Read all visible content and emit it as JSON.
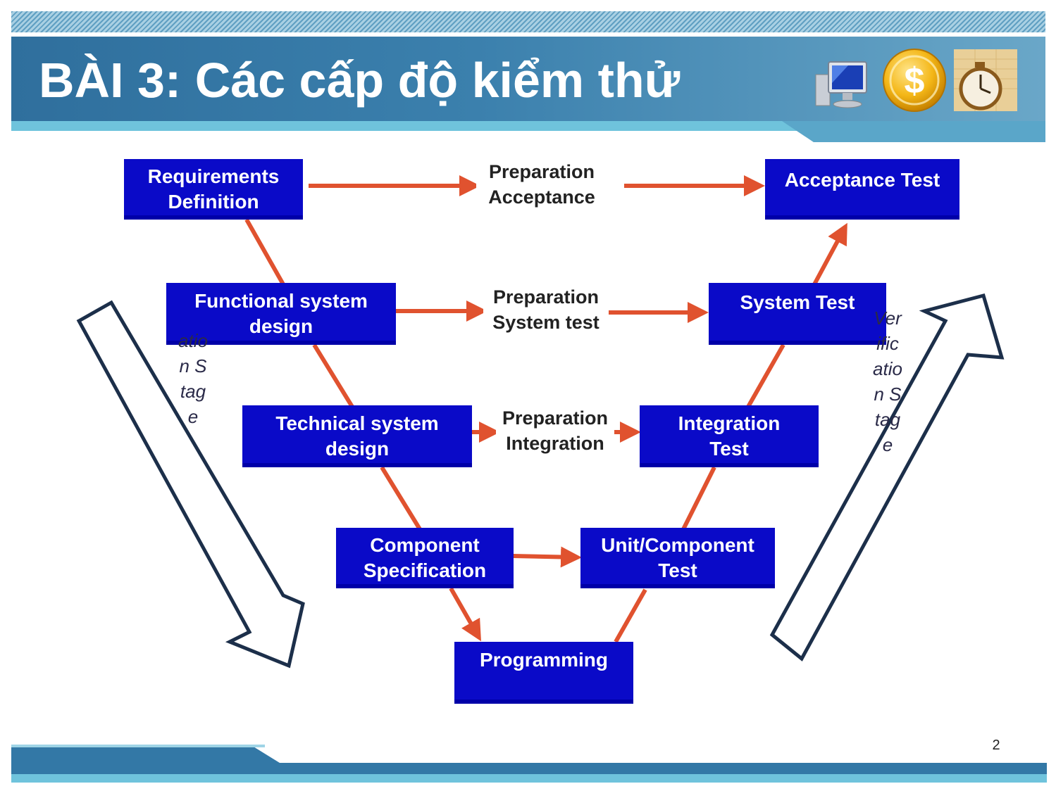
{
  "slide": {
    "title": "BÀI 3: Các cấp độ kiểm thử",
    "page_number": "2",
    "icons": [
      "computer-icon",
      "dollar-coin-icon",
      "clock-icon"
    ]
  },
  "diagram": {
    "boxes": {
      "requirements": "Requirements\nDefinition",
      "functional": "Functional system\ndesign",
      "technical": "Technical system\ndesign",
      "component_spec": "Component\nSpecification",
      "programming": "Programming",
      "unit_test": "Unit/Component\nTest",
      "integration_test": "Integration\nTest",
      "system_test": "System Test",
      "acceptance_test": "Acceptance Test"
    },
    "preparations": {
      "acceptance": "Preparation\nAcceptance",
      "system": "Preparation\nSystem test",
      "integration": "Preparation\nIntegration"
    },
    "stages": {
      "left": "ation Stage",
      "right": "Verification Stage"
    },
    "colors": {
      "box": "#0a0ac8",
      "arrow": "#e0522f",
      "stage_arrow": "#1c2f4a"
    }
  }
}
